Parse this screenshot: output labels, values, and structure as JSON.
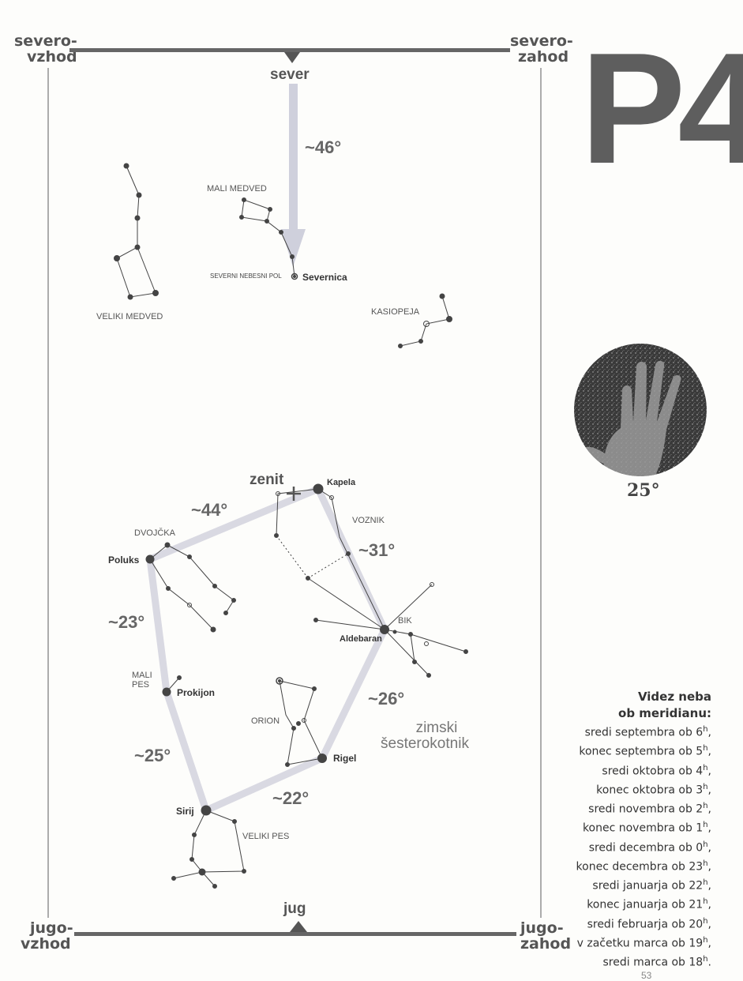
{
  "corners": {
    "top_left": [
      "severo-",
      "vzhod"
    ],
    "top_right": [
      "severo-",
      "zahod"
    ],
    "bottom_left": [
      "jugo-",
      "vzhod"
    ],
    "bottom_right": [
      "jugo-",
      "zahod"
    ]
  },
  "directions": {
    "north": "sever",
    "south": "jug",
    "zenith": "zenit"
  },
  "badge": "P4",
  "hand_angle": "25°",
  "angles": {
    "north_to_pole": "~46°",
    "kapela_polux": "~44°",
    "kapela_aldebaran": "~31°",
    "polux_prokijon": "~23°",
    "aldebaran_rigel": "~26°",
    "prokijon_sirij": "~25°",
    "rigel_sirij": "~22°"
  },
  "constellations": {
    "mali_medved": "MALI MEDVED",
    "veliki_medved": "VELIKI MEDVED",
    "kasiopeja": "KASIOPEJA",
    "dvojcka": "DVOJČKA",
    "voznik": "VOZNIK",
    "bik": "BIK",
    "mali_pes_1": "MALI",
    "mali_pes_2": "PES",
    "orion": "ORION",
    "veliki_pes": "VELIKI PES"
  },
  "stars": {
    "pole_label": "SEVERNI NEBESNI POL",
    "severnica": "Severnica",
    "kapela": "Kapela",
    "poluks": "Poluks",
    "aldebaran": "Aldebaran",
    "prokijon": "Prokijon",
    "rigel": "Rigel",
    "sirij": "Sirij"
  },
  "hexagon": [
    "zimski",
    "šesterokotnik"
  ],
  "info": {
    "title": [
      "Videz neba",
      "ob meridianu:"
    ],
    "rows": [
      {
        "text": "sredi septembra ob 6",
        "sup": "h"
      },
      {
        "text": "konec septembra ob 5",
        "sup": "h"
      },
      {
        "text": "sredi oktobra ob 4",
        "sup": "h"
      },
      {
        "text": "konec oktobra ob 3",
        "sup": "h"
      },
      {
        "text": "sredi novembra ob 2",
        "sup": "h"
      },
      {
        "text": "konec novembra ob 1",
        "sup": "h"
      },
      {
        "text": "sredi decembra ob 0",
        "sup": "h"
      },
      {
        "text": "konec decembra ob 23",
        "sup": "h"
      },
      {
        "text": "sredi januarja ob 22",
        "sup": "h"
      },
      {
        "text": "konec januarja ob 21",
        "sup": "h"
      },
      {
        "text": "sredi februarja ob 20",
        "sup": "h"
      },
      {
        "text": "v začetku marca ob 19",
        "sup": "h"
      },
      {
        "text": "sredi marca ob 18",
        "sup": "h"
      }
    ]
  },
  "page_number": "53",
  "colors": {
    "guide": "#cfd0dc",
    "text": "#555555",
    "star": "#333333",
    "frame": "#666666"
  }
}
